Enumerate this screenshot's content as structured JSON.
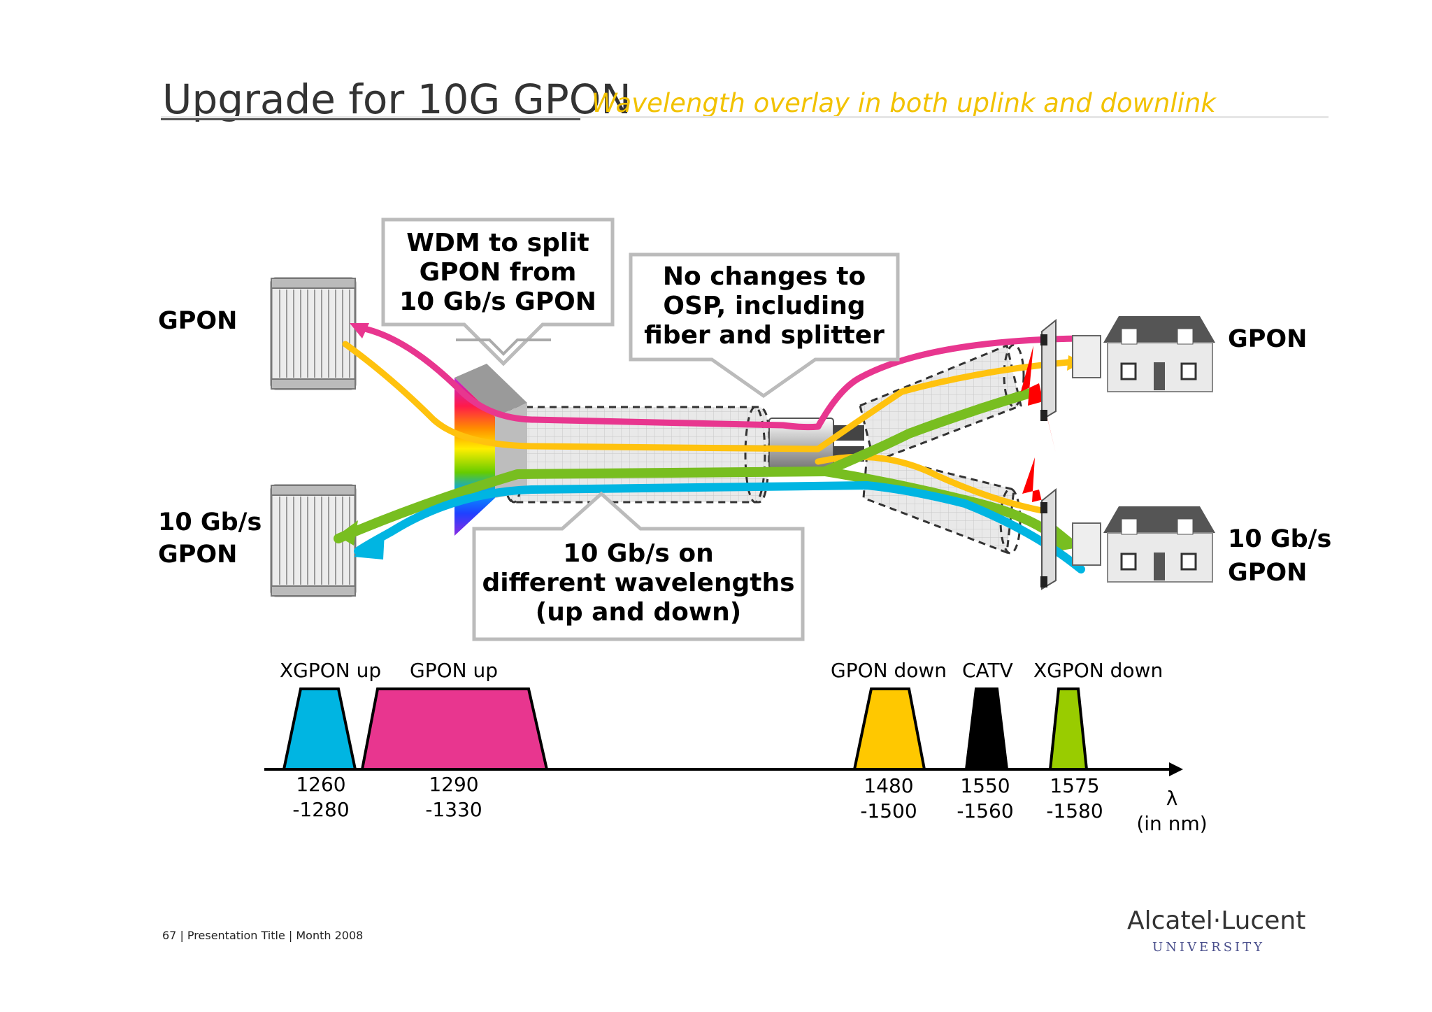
{
  "slide": {
    "title": "Upgrade for 10G GPON",
    "subtitle": "Wavelength overlay in both uplink and downlink"
  },
  "diagram": {
    "left_labels": {
      "gpon": "GPON",
      "xgpon_line1": "10 Gb/s",
      "xgpon_line2": "GPON"
    },
    "right_labels": {
      "gpon": "GPON",
      "xgpon_line1": "10 Gb/s",
      "xgpon_line2": "GPON"
    },
    "callouts": {
      "wdm": [
        "WDM to split",
        "GPON from",
        "10 Gb/s GPON"
      ],
      "osp": [
        "No changes to",
        "OSP, including",
        "fiber and splitter"
      ],
      "wavelengths": [
        "10 Gb/s on",
        "different wavelengths",
        "(up and down)"
      ]
    },
    "colors": {
      "gpon_up": "#e8368f",
      "gpon_down": "#ffc20e",
      "xgpon_up": "#00b5e2",
      "xgpon_down": "#78be20",
      "catv": "#000000",
      "title_accent": "#f2c200"
    }
  },
  "spectrum": {
    "bands": [
      {
        "name": "XGPON up",
        "range_line1": "1260",
        "range_line2": "-1280",
        "color": "#00b5e2"
      },
      {
        "name": "GPON up",
        "range_line1": "1290",
        "range_line2": "-1330",
        "color": "#e8368f"
      },
      {
        "name": "GPON down",
        "range_line1": "1480",
        "range_line2": "-1500",
        "color": "#ffc800"
      },
      {
        "name": "CATV",
        "range_line1": "1550",
        "range_line2": "-1560",
        "color": "#000000"
      },
      {
        "name": "XGPON down",
        "range_line1": "1575",
        "range_line2": "-1580",
        "color": "#99cc00"
      }
    ],
    "axis_symbol": "λ",
    "axis_unit": "(in nm)"
  },
  "footer": {
    "text": "67 | Presentation Title | Month 2008",
    "logo": "Alcatel·Lucent",
    "logo_sub": "UNIVERSITY"
  }
}
